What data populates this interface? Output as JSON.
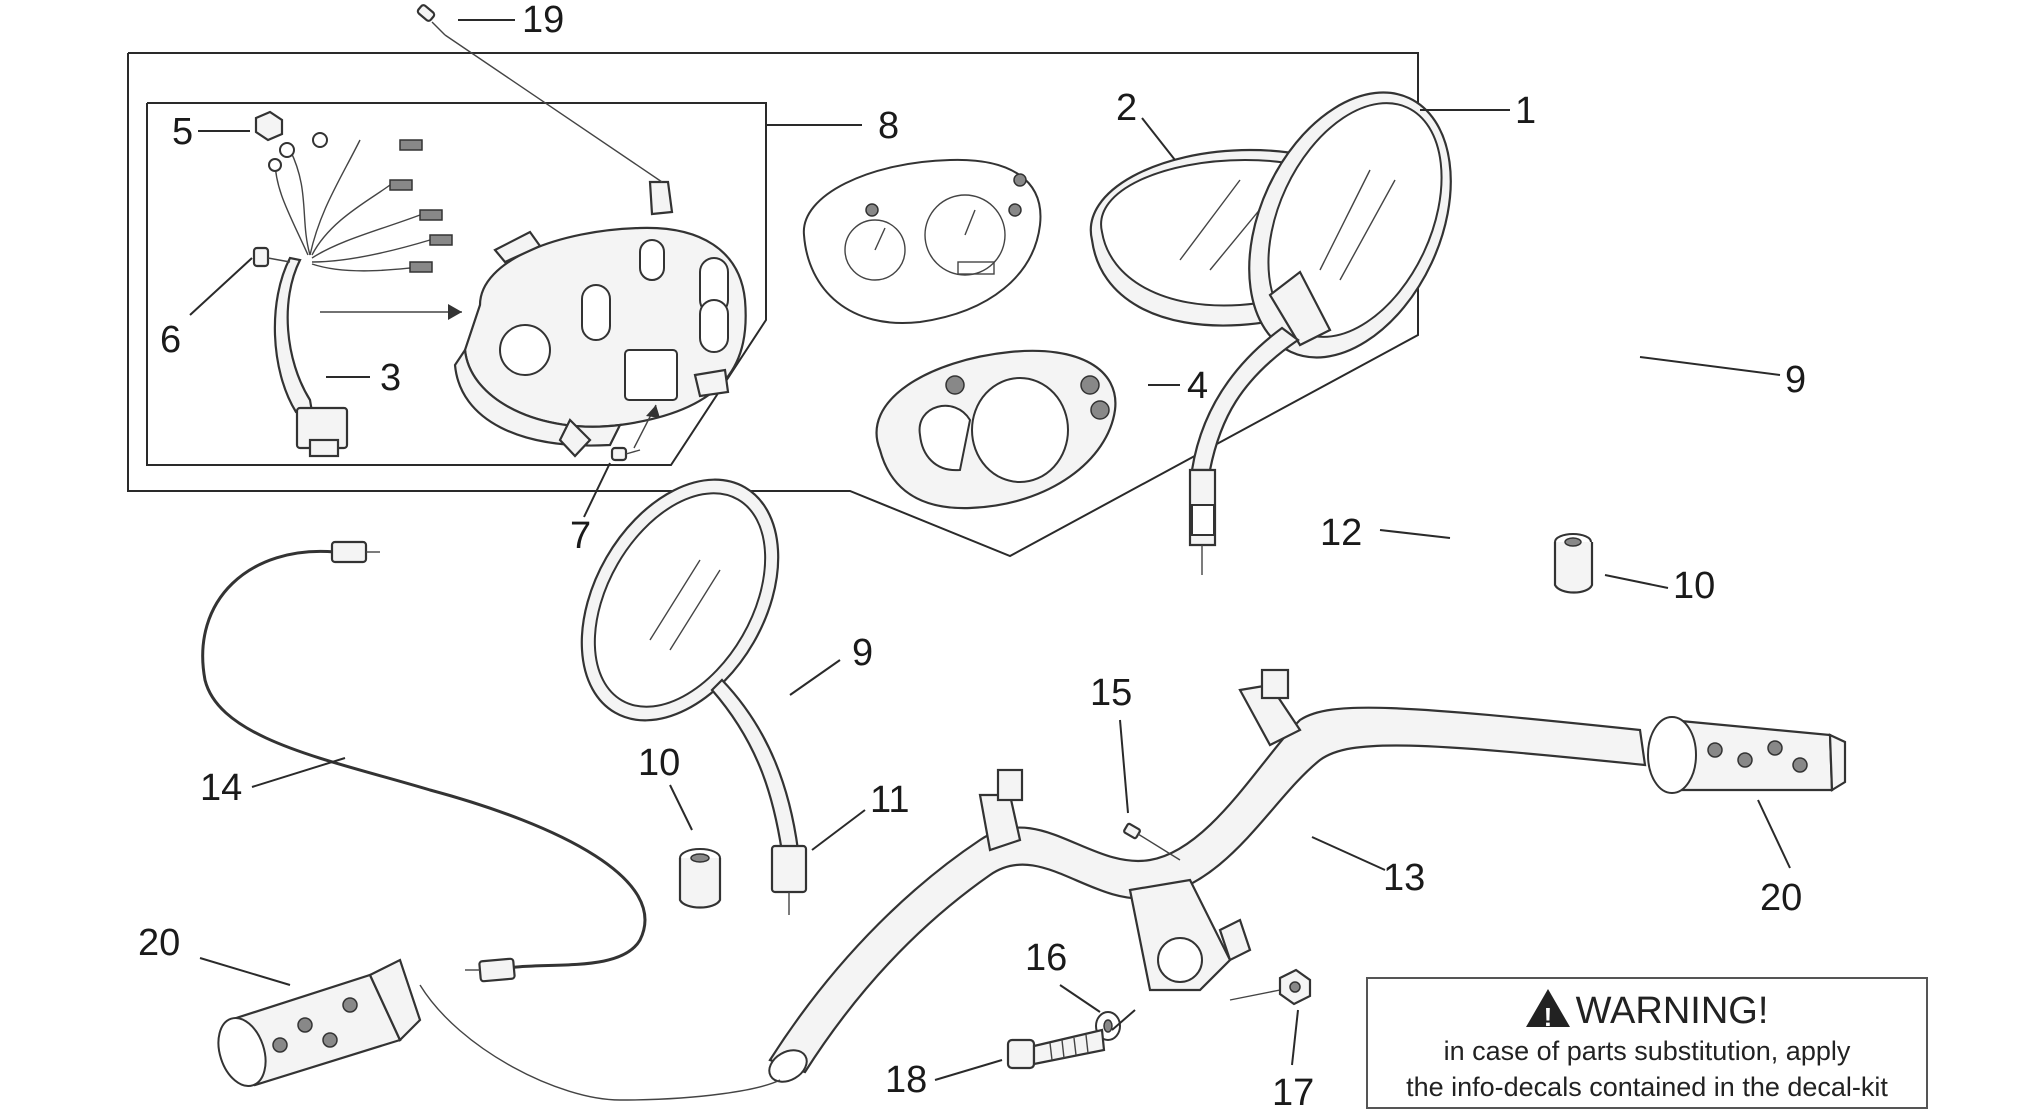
{
  "callouts": {
    "c1": "1",
    "c2": "2",
    "c3": "3",
    "c4": "4",
    "c5": "5",
    "c6": "6",
    "c7": "7",
    "c8": "8",
    "c9a": "9",
    "c9b": "9",
    "c10a": "10",
    "c10b": "10",
    "c11": "11",
    "c12": "12",
    "c13": "13",
    "c14": "14",
    "c15": "15",
    "c16": "16",
    "c17": "17",
    "c18": "18",
    "c19": "19",
    "c20a": "20",
    "c20b": "20"
  },
  "warning": {
    "title": "WARNING!",
    "line1": "in case of parts substitution, apply",
    "line2": "the info-decals contained in the decal-kit"
  }
}
